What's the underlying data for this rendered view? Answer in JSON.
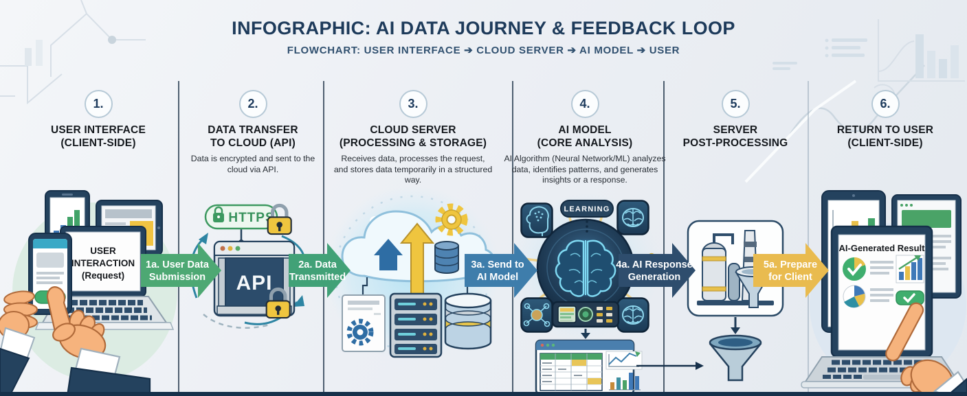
{
  "header": {
    "title": "INFOGRAPHIC: AI DATA JOURNEY & FEEDBACK LOOP",
    "subtitle": "FLOWCHART: USER INTERFACE ➔ CLOUD SERVER ➔ AI MODEL ➔ USER"
  },
  "steps": [
    {
      "number": "1.",
      "title_line1": "USER INTERFACE",
      "title_line2": "(CLIENT-SIDE)",
      "description": ""
    },
    {
      "number": "2.",
      "title_line1": "DATA TRANSFER",
      "title_line2": "TO CLOUD (API)",
      "description": "Data is encrypted and sent to the cloud via API."
    },
    {
      "number": "3.",
      "title_line1": "CLOUD SERVER",
      "title_line2": "(PROCESSING & STORAGE)",
      "description": "Receives data, processes the request, and stores data temporarily in a structured way."
    },
    {
      "number": "4.",
      "title_line1": "AI MODEL",
      "title_line2": "(CORE ANALYSIS)",
      "description": "AI Algorithm (Neural Network/ML) analyzes data, identifies patterns, and generates insights or a response."
    },
    {
      "number": "5.",
      "title_line1": "SERVER",
      "title_line2": "POST-PROCESSING",
      "description": ""
    },
    {
      "number": "6.",
      "title_line1": "RETURN TO USER",
      "title_line2": "(CLIENT-SIDE)",
      "description": ""
    }
  ],
  "flow_arrows": [
    {
      "label": "1a. User Data Submission",
      "line1": "1a. User Data",
      "line2": "Submission",
      "color": "#4da873"
    },
    {
      "label": "2a. Data Transmitted",
      "line1": "2a. Data",
      "line2": "Transmitted",
      "color": "#41a177"
    },
    {
      "label": "3a. Send to AI Model",
      "line1": "3a. Send to",
      "line2": "AI Model",
      "color": "#3e7dab"
    },
    {
      "label": "4a. AI Response Generation",
      "line1": "4a. AI Response",
      "line2": "Generation",
      "color": "#2e4d6d"
    },
    {
      "label": "5a. Prepare for Client",
      "line1": "5a. Prepare",
      "line2": "for Client",
      "color": "#e9bb4f"
    }
  ],
  "illustration_labels": {
    "user_interaction": {
      "line1": "USER",
      "line2": "INTERACTION",
      "line3": "(Request)"
    },
    "https": "HTTPS",
    "api": "API",
    "learning": "LEARNING",
    "ai_result": "AI-Generated Result"
  },
  "icons": {
    "step1": [
      "tablet-bar-chart-icon",
      "tablet-content-icon",
      "laptop-icon",
      "smartphone-icon",
      "hand-holding-icon",
      "hand-pointing-icon"
    ],
    "step2": [
      "https-badge",
      "padlock-icon",
      "api-browser-window",
      "transfer-arrows-icon"
    ],
    "step3": [
      "cloud-upload-icon",
      "gear-icon",
      "document-gear-icon",
      "server-rack-icon",
      "database-icon"
    ],
    "step4": [
      "learning-badge",
      "brain-core-icon",
      "head-profile-icon",
      "brain-icon",
      "network-icon",
      "control-panel-icon",
      "spreadsheet-report-icon"
    ],
    "step5": [
      "factory-processing-icon",
      "funnel-icon"
    ],
    "step6": [
      "tablet-bar-chart-icon",
      "result-screen-icon",
      "laptop-result-icon",
      "checkmark-icon",
      "pie-chart-icon",
      "hand-pointing-icon"
    ]
  },
  "colors": {
    "background": "#edf1f5",
    "navy": "#1d3a5a",
    "heading_text": "#15191e",
    "body_text": "#262c33",
    "green": "#41a36e",
    "teal": "#2e8fa3",
    "blue": "#3e7dab",
    "dark_arrow": "#2e4d6d",
    "amber": "#e9bb4f",
    "lock_yellow": "#efc53f",
    "bottom_bar": "#16304a"
  }
}
